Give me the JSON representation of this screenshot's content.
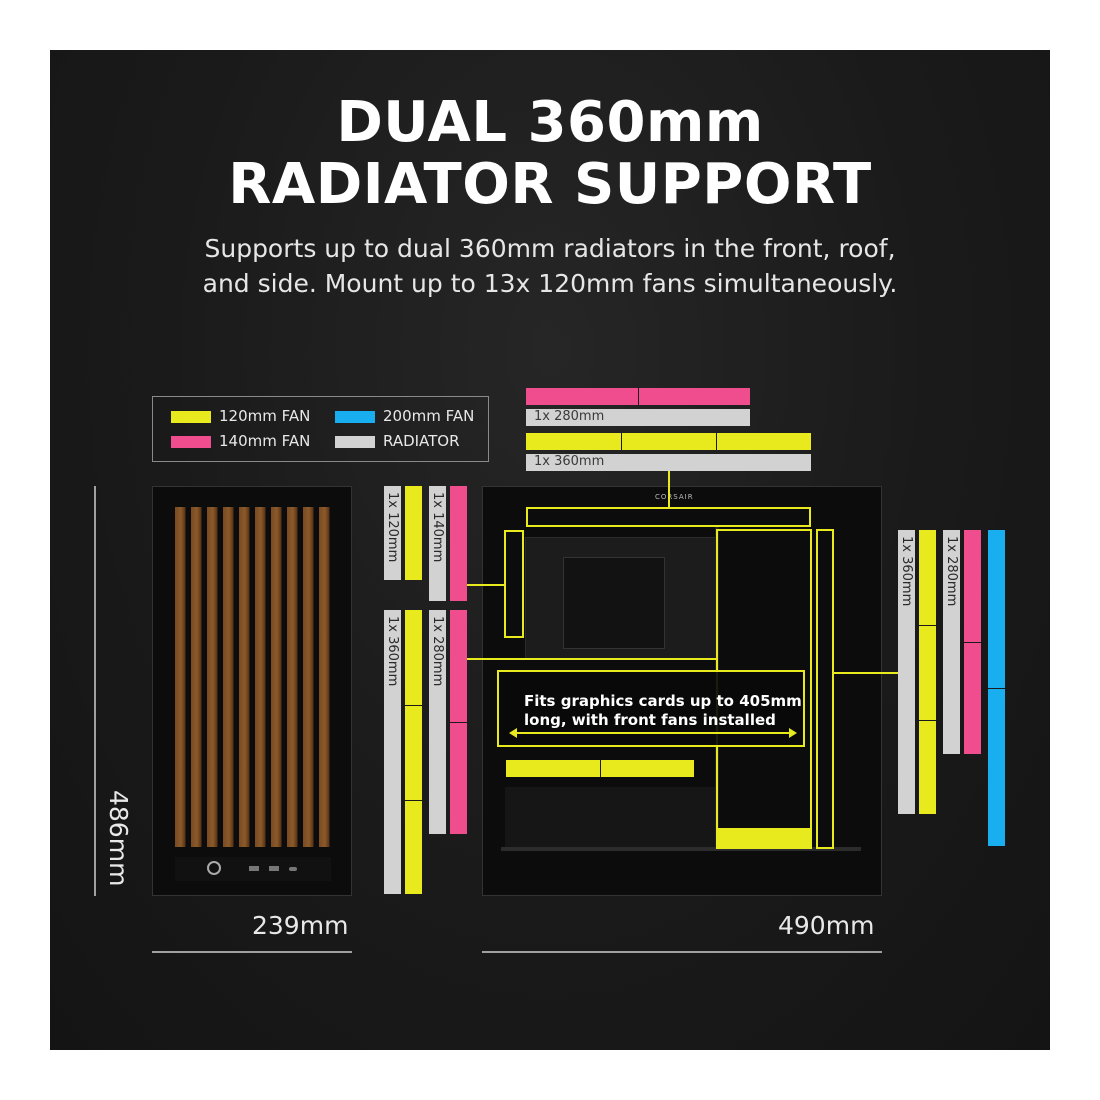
{
  "title_line1": "DUAL 360mm",
  "title_line2": "RADIATOR SUPPORT",
  "subtitle_line1": "Supports up to dual 360mm radiators in the front, roof,",
  "subtitle_line2": "and side. Mount up to 13x 120mm fans simultaneously.",
  "legend": {
    "fan120": "120mm FAN",
    "fan140": "140mm FAN",
    "fan200": "200mm FAN",
    "radiator": "RADIATOR"
  },
  "labels": {
    "top_280": "1x 280mm",
    "top_360": "1x 360mm",
    "front_120": "1x 120mm",
    "front_140": "1x 140mm",
    "front_360": "1x 360mm",
    "front_280": "1x 280mm",
    "side_360": "1x 360mm",
    "side_280": "1x 280mm"
  },
  "callout": {
    "line1": "Fits graphics cards up to 405mm",
    "line2": "long, with front fans installed"
  },
  "dimensions": {
    "height": "486mm",
    "width": "239mm",
    "depth": "490mm"
  },
  "brand_text": "CORSAIR",
  "colors": {
    "fan120": "#e8ea1e",
    "fan140": "#f04d8e",
    "fan200": "#19aef0",
    "radiator": "#d2d2d2",
    "background": "#1a1a1a"
  }
}
